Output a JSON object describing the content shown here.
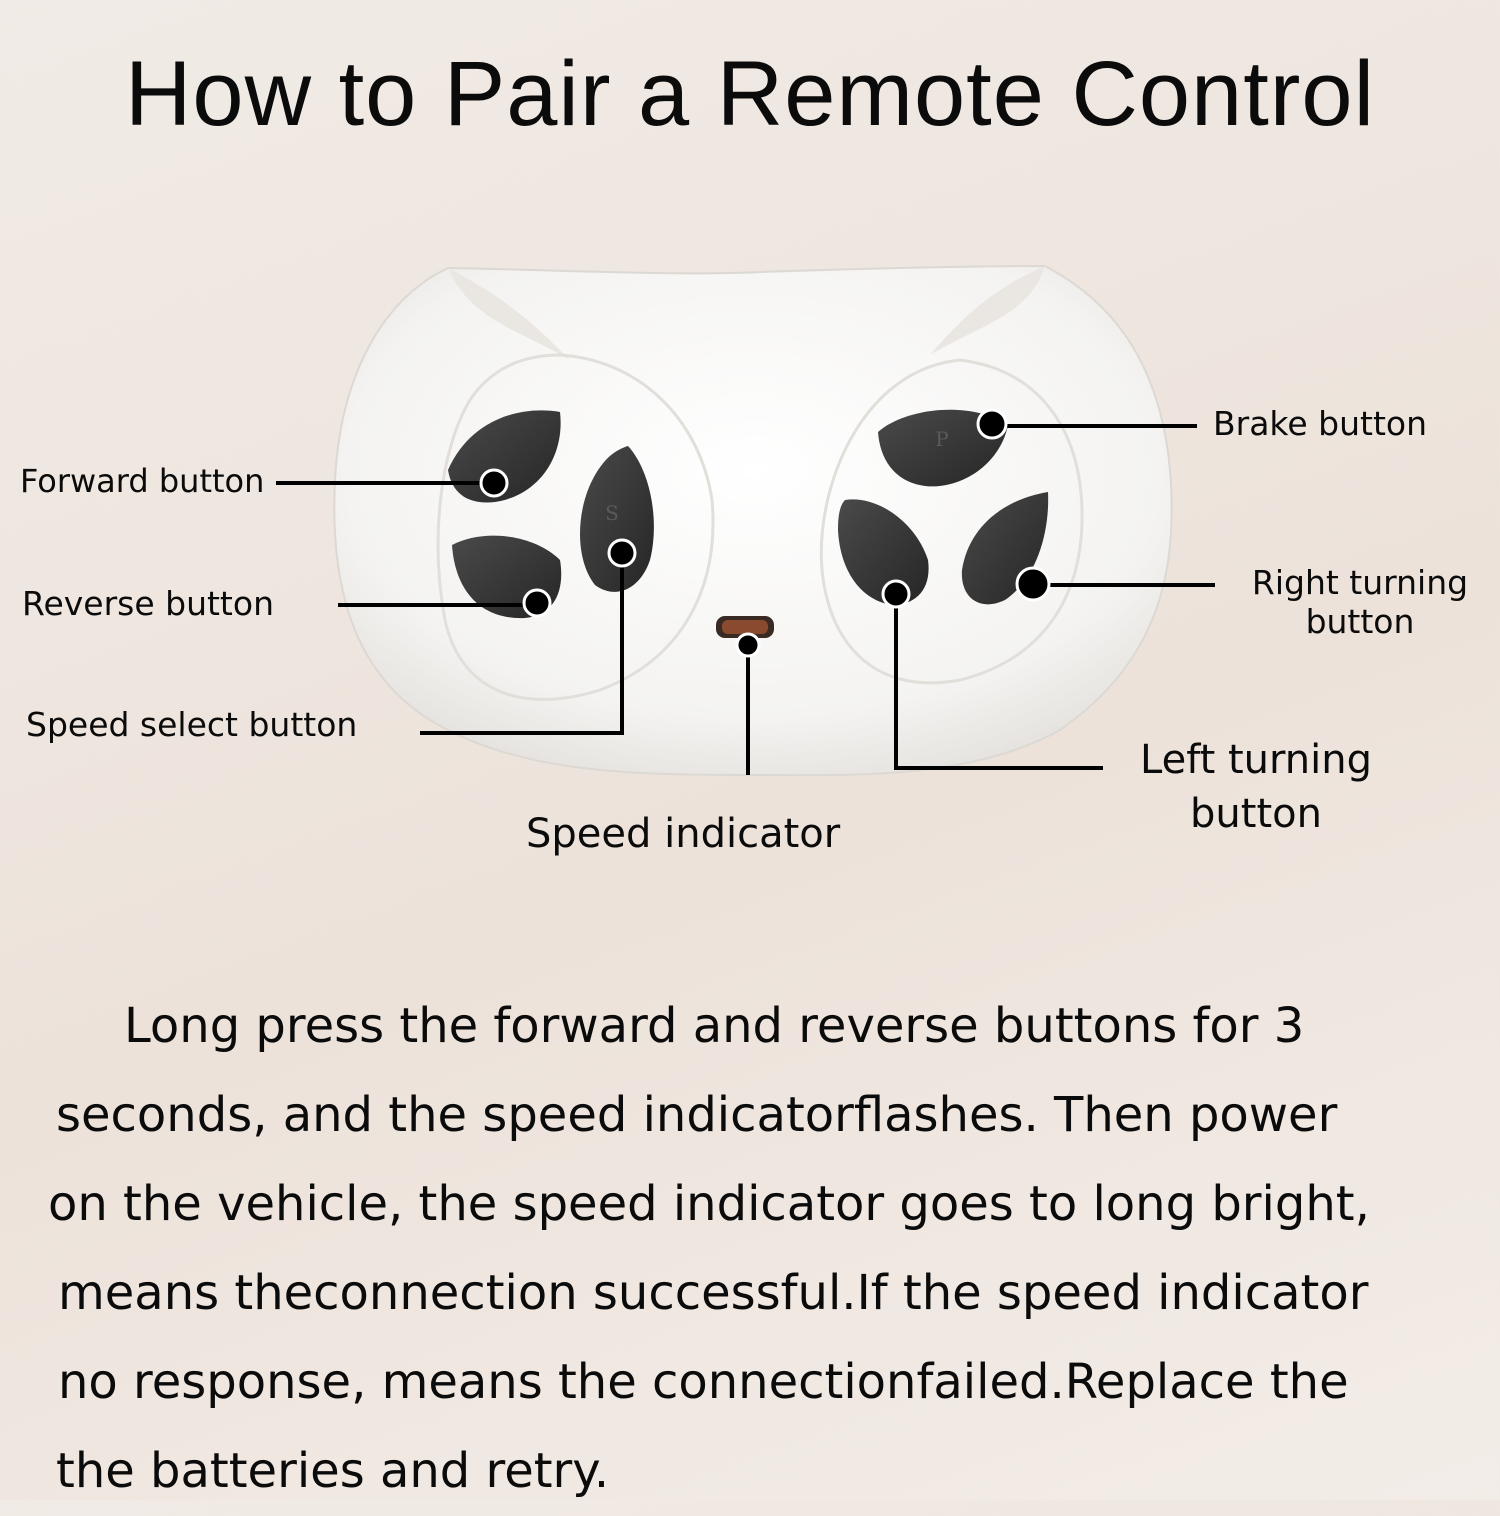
{
  "title": "How to Pair a Remote Control",
  "remote": {
    "brand_text": "",
    "buttons": [
      {
        "name": "forward",
        "glyph": ""
      },
      {
        "name": "reverse",
        "glyph": ""
      },
      {
        "name": "speed-select",
        "glyph": "S"
      },
      {
        "name": "brake",
        "glyph": "P"
      },
      {
        "name": "left-turn",
        "glyph": ""
      },
      {
        "name": "right-turn",
        "glyph": ""
      }
    ]
  },
  "labels": {
    "forward": "Forward button",
    "reverse": "Reverse button",
    "speed_select": "Speed select button",
    "speed_indicator": "Speed indicator",
    "brake": "Brake button",
    "right_turning_1": "Right turning",
    "right_turning_2": "button",
    "left_turning_1": "Left turning",
    "left_turning_2": "button"
  },
  "instructions": [
    "Long press the forward and reverse buttons for 3",
    "seconds, and the speed indicatorflashes. Then power",
    "on the vehicle, the speed indicator goes to long bright,",
    "means theconnection successful.If the speed indicator",
    "no response, means the connectionfailed.Replace the",
    "the batteries and retry."
  ],
  "colors": {
    "background": "#efe7e0",
    "remote_body": "#f7f6f4",
    "button": "#3a3a3a",
    "indicator": "#8a4a30",
    "line": "#000000"
  }
}
